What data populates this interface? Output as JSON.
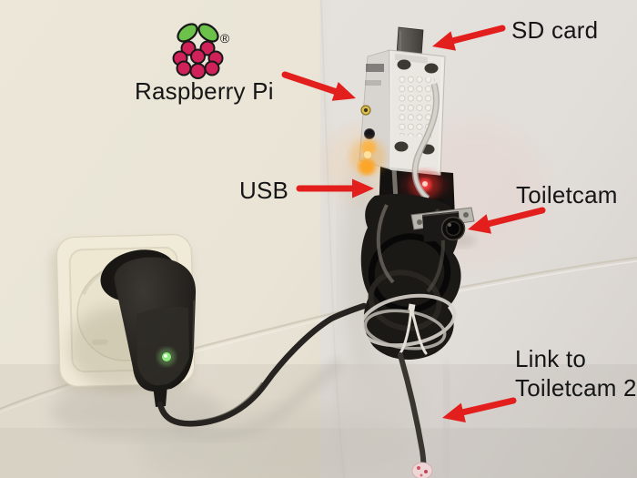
{
  "annotations": {
    "raspberry_pi": {
      "label": "Raspberry Pi"
    },
    "sd_card": {
      "label": "SD card"
    },
    "usb": {
      "label": "USB"
    },
    "toiletcam": {
      "label": "Toiletcam"
    },
    "link_toiletcam2": {
      "line1": "Link to",
      "line2": "Toiletcam 2"
    }
  },
  "logo": {
    "registered": "®"
  },
  "colors": {
    "arrow_red": "#e31f1e",
    "label_text": "#161616",
    "wall_left": "#ece7d8",
    "wall_right": "#e5e1dd",
    "socket_cream": "#f0ebd8",
    "adapter_black": "#26231f",
    "led_green": "#8fe97e",
    "led_orange": "#ffa21c",
    "led_red": "#ff2a28",
    "logo_berry": "#d02158",
    "logo_leaf": "#6cc14b",
    "pi_case": "#ebe8e4",
    "cable_black": "#262320",
    "cable_white": "#d8d4cc"
  }
}
